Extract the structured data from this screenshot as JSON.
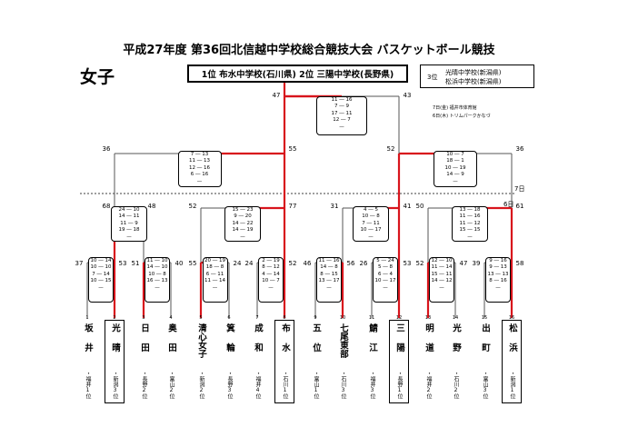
{
  "header": {
    "title": "平成27年度 第36回北信越中学校総合競技大会 バスケットボール競技",
    "division": "女子",
    "results": "1位 布水中学校(石川県) 2位 三陽中学校(長野県)",
    "third_label": "3位",
    "third": [
      "光晴中学校(新潟県)",
      "松浜中学校(新潟県)"
    ]
  },
  "venues": [
    "7日(金) 福井市体育館",
    "6日(木) トリムパークかなづ"
  ],
  "days": [
    "7日",
    "6日"
  ],
  "teams": [
    {
      "num": "1",
      "name": "坂井",
      "pref": "・福井1位",
      "framed": false
    },
    {
      "num": "2",
      "name": "光晴",
      "pref": "・新潟3位",
      "framed": true
    },
    {
      "num": "3",
      "name": "日田",
      "pref": "・長野2位",
      "framed": false
    },
    {
      "num": "4",
      "name": "奥田",
      "pref": "・富山2位",
      "framed": false
    },
    {
      "num": "5",
      "name": "清心女子",
      "pref": "・新潟2位",
      "framed": false
    },
    {
      "num": "6",
      "name": "箕輪",
      "pref": "・長野3位",
      "framed": false
    },
    {
      "num": "7",
      "name": "成和",
      "pref": "・福井4位",
      "framed": false
    },
    {
      "num": "8",
      "name": "布水",
      "pref": "・石川1位",
      "framed": true
    },
    {
      "num": "9",
      "name": "五位",
      "pref": "・富山1位",
      "framed": false
    },
    {
      "num": "10",
      "name": "七尾東部",
      "pref": "・石川3位",
      "framed": false
    },
    {
      "num": "11",
      "name": "鯖江",
      "pref": "・福井3位",
      "framed": false
    },
    {
      "num": "12",
      "name": "三陽",
      "pref": "・長野1位",
      "framed": true
    },
    {
      "num": "13",
      "name": "明道",
      "pref": "・福井2位",
      "framed": false
    },
    {
      "num": "14",
      "name": "光野",
      "pref": "・石川2位",
      "framed": false
    },
    {
      "num": "15",
      "name": "出町",
      "pref": "・富山3位",
      "framed": false
    },
    {
      "num": "16",
      "name": "松浜",
      "pref": "・新潟1位",
      "framed": true
    }
  ],
  "round1": [
    {
      "scores": [
        "37",
        "53"
      ],
      "quarters": [
        "10 ― 14",
        "10 ― 10",
        "7 ― 14",
        "10 ― 15"
      ]
    },
    {
      "scores": [
        "51",
        "40"
      ],
      "quarters": [
        "11 ― 10",
        "14 ― 10",
        "10 ― 8",
        "16 ― 13"
      ]
    },
    {
      "scores": [
        "55",
        "24"
      ],
      "quarters": [
        "20 ― 19",
        "18 ― 8",
        "6 ― 11",
        "11 ― 14"
      ]
    },
    {
      "scores": [
        "24",
        "52"
      ],
      "quarters": [
        "2 ― 19",
        "8 ― 12",
        "4 ― 14",
        "10 ― 7"
      ]
    },
    {
      "scores": [
        "46",
        "56"
      ],
      "quarters": [
        "11 ― 16",
        "14 ― 8",
        "8 ― 15",
        "13 ― 17"
      ]
    },
    {
      "scores": [
        "26",
        "53"
      ],
      "quarters": [
        "5 ― 24",
        "5 ― 8",
        "6 ― 4",
        "10 ― 17"
      ]
    },
    {
      "scores": [
        "52",
        "47"
      ],
      "quarters": [
        "12 ― 10",
        "11 ― 14",
        "15 ― 11",
        "14 ― 12"
      ]
    },
    {
      "scores": [
        "39",
        "58"
      ],
      "quarters": [
        "9 ― 16",
        "9 ― 13",
        "13 ― 13",
        "8 ― 16"
      ]
    }
  ],
  "round2": [
    {
      "scores": [
        "68",
        "48"
      ],
      "quarters": [
        "24 ― 10",
        "14 ― 11",
        "11 ― 9",
        "19 ― 18"
      ]
    },
    {
      "scores": [
        "52",
        "77"
      ],
      "quarters": [
        "15 ― 23",
        "9 ― 20",
        "14 ― 22",
        "14 ― 19"
      ]
    },
    {
      "scores": [
        "31",
        "41"
      ],
      "quarters": [
        "4 ― 5",
        "10 ― 8",
        "7 ― 11",
        "10 ― 17"
      ]
    },
    {
      "scores": [
        "50",
        "61"
      ],
      "quarters": [
        "13 ― 18",
        "11 ― 16",
        "11 ― 12",
        "15 ― 15"
      ]
    }
  ],
  "semis": [
    {
      "scores": [
        "36",
        "55"
      ],
      "quarters": [
        "7 ― 13",
        "11 ― 13",
        "12 ― 16",
        "6 ― 16"
      ]
    },
    {
      "scores": [
        "52",
        "36"
      ],
      "quarters": [
        "10 ― 7",
        "18 ― 1",
        "10 ― 19",
        "14 ― 9"
      ]
    }
  ],
  "final": {
    "scores": [
      "47",
      "43"
    ],
    "quarters": [
      "11 ― 16",
      "7 ― 9",
      "17 ― 11",
      "12 ― 7"
    ]
  }
}
